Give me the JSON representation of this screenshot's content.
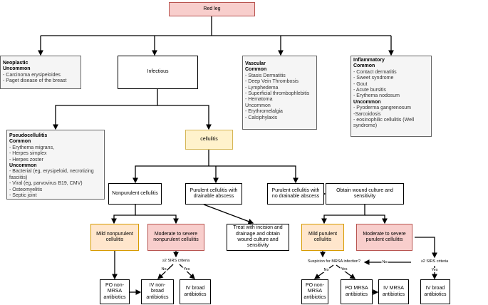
{
  "root": "Red leg",
  "neoplastic": {
    "title": "Neoplastic",
    "uncommon_label": "Uncommon",
    "uncommon": [
      "- Carcinoma erysipeloides",
      "- Paget disease of the breast"
    ]
  },
  "infectious": "Infectious",
  "vascular": {
    "title": "Vascular",
    "common_label": "Common",
    "common": [
      "- Stasis Dermatitis",
      "- Deep Vein Thrombosis",
      "- Lymphedema",
      "- Superficial thrombophlebitis",
      "- Hematoma"
    ],
    "uncommon_label": "Uncommon",
    "uncommon": [
      "- Erythromelalgia",
      "- Calciphylaxis"
    ]
  },
  "inflammatory": {
    "title": "Inflammatory",
    "common_label": "Common",
    "common": [
      "- Contact dermatitis",
      "- Sweet syndrome",
      "- Gout",
      "- Acute bursitis",
      "- Erythema nodosum"
    ],
    "uncommon_label": "Uncommon",
    "uncommon": [
      "- Pyoderma gangrenosum",
      "-Sarcoidosis",
      "- eosinophilic cellulitis (Well syndrome)"
    ]
  },
  "pseudocellulitis": {
    "title": "Pseudocellulitis",
    "common_label": "Common",
    "common": [
      "- Erythema migrans,",
      "- Herpes simplex",
      "- Herpes zoster"
    ],
    "uncommon_label": "Uncommon",
    "uncommon": [
      "- Bacterial (eg, erysipeloid, necrotizing fasciitis)",
      "- Viral (eg, parvovirus B19, CMV)",
      "- Osteomyelitis",
      "- Septic joint"
    ]
  },
  "cellulitis": "cellulitis",
  "nonpurulent": "Nonpurulent cellulitis",
  "purulent_abscess": "Purulent cellulitis with drainable abscess",
  "purulent_no_abscess": "Purulent cellulitis with no drainable abscess",
  "obtain_culture": "Obtain wound culture and sensitivity",
  "mild_nonpurulent": "Mild nonpurulent cellulitis",
  "moderate_nonpurulent": "Moderate to severe nonpurulent cellulitis",
  "treat_incision": "Treat with incision and drainage and obtain wound culture and sensitivity",
  "mild_purulent": "Mild purulent cellulitis",
  "moderate_purulent": "Moderate to severe purulent cellulitis",
  "sirs_left": "≥2 SIRS criteria",
  "sirs_right": "≥2 SIRS criteria",
  "mrsa_question": "Suspicion for MRSA infection?",
  "no": "No",
  "yes": "Yes",
  "po_non_mrsa_1": "PO non-MRSA antibiotics",
  "iv_non_broad": "IV non-broad antibiotics",
  "iv_broad_1": "IV broad antibiotics",
  "po_non_mrsa_2": "PO non-MRSA antibiotics",
  "po_mrsa": "PO MRSA antibiotics",
  "iv_mrsa": "IV MRSA antibiotics",
  "iv_broad_2": "IV broad antibiotics",
  "colors": {
    "red_fill": "#f8cecc",
    "red_border": "#b85450",
    "yellow_fill": "#fff2cc",
    "yellow_border": "#d6b656",
    "orange_fill": "#ffe6cc",
    "orange_border": "#d79b00",
    "grey_fill": "#f5f5f5"
  }
}
